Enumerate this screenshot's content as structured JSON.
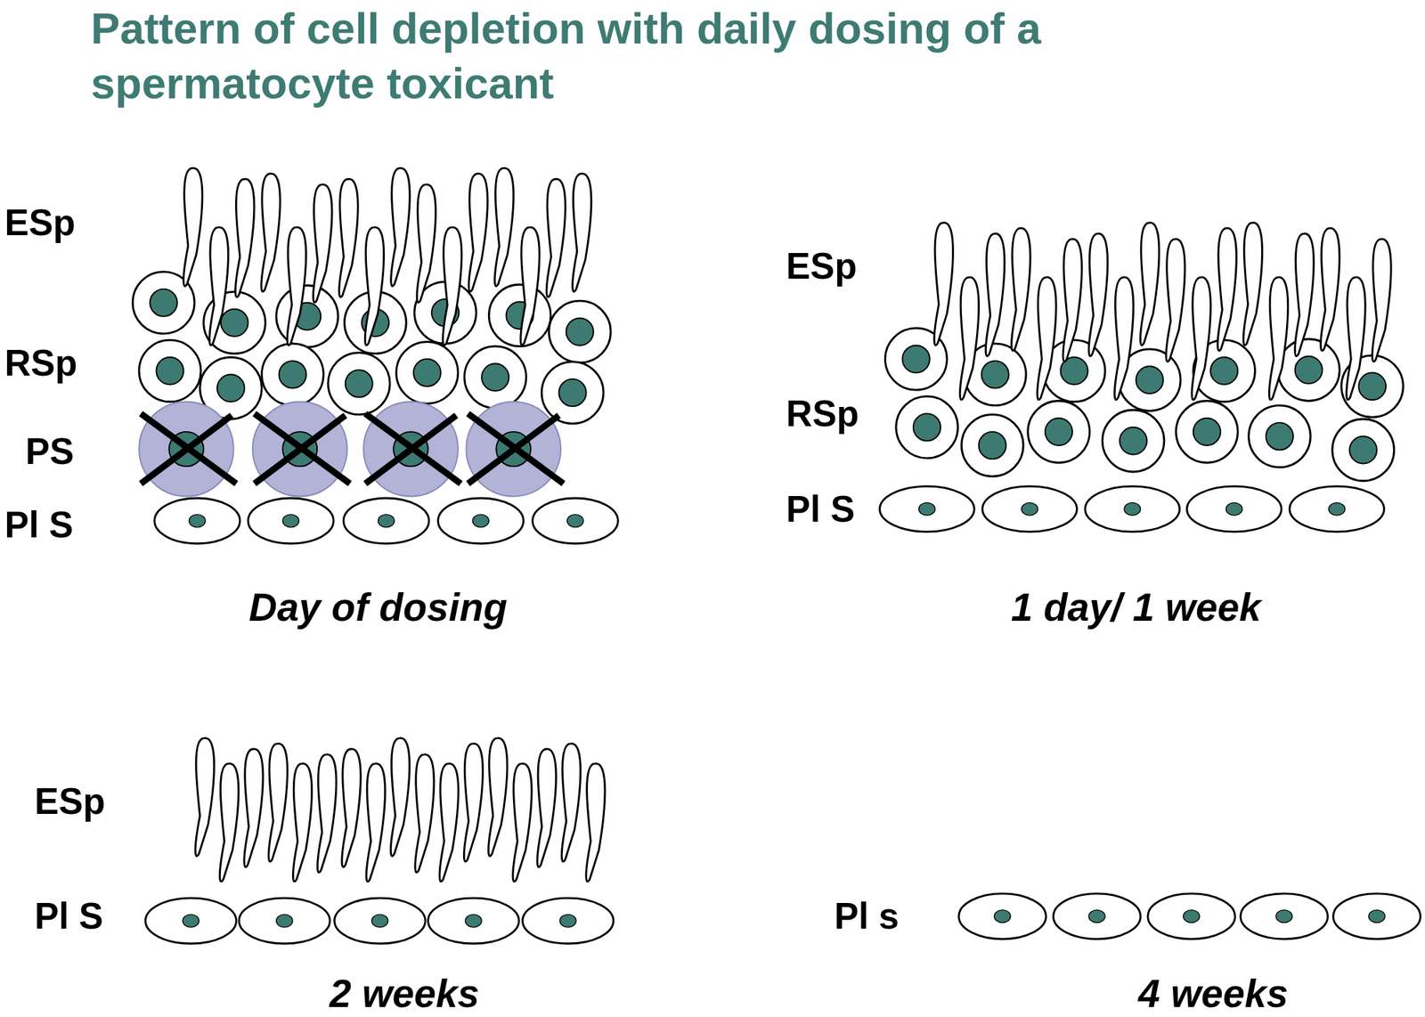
{
  "diagram": {
    "title": "Pattern of cell depletion with daily dosing of a spermatocyte toxicant",
    "labels": [
      "ESp",
      "RSp",
      "PS",
      "Pl S",
      "Day of dosing",
      "ESp",
      "RSp",
      "Pl S",
      "1 day/ 1 week",
      "ESp",
      "Pl S",
      "2 weeks",
      "Pl s",
      "4 weeks"
    ]
  }
}
